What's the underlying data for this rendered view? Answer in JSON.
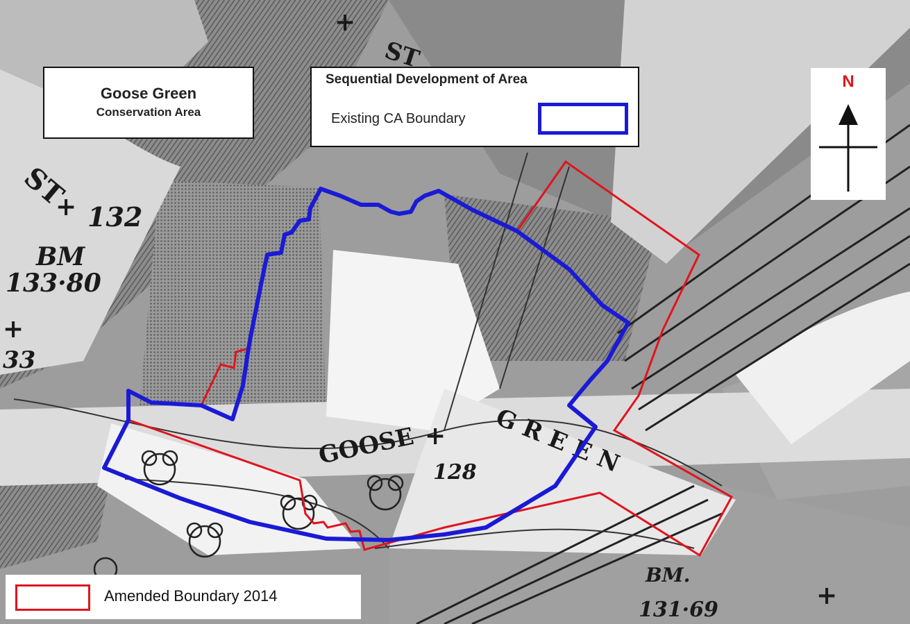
{
  "title": {
    "name": "Goose Green",
    "subtitle": "Conservation Area"
  },
  "legend": {
    "heading": "Sequential Development of Area",
    "existing_label": "Existing CA Boundary",
    "existing_color": "#1a1ad6",
    "amended_label": "Amended Boundary 2014",
    "amended_color": "#e0141e"
  },
  "north_arrow": {
    "letter": "N",
    "icon": "north-arrow-icon"
  },
  "map_labels": {
    "street_goose": "GOOSE",
    "street_green": "GREEN",
    "street_st": "ST",
    "street_st_top": "ST",
    "bm_left": "BM",
    "level_132": "132",
    "level_133_80": "133·80",
    "level_33": "33",
    "level_128": "128",
    "bm_right": "BM.",
    "level_131_69": "131·69",
    "cross_glyph": "+"
  }
}
